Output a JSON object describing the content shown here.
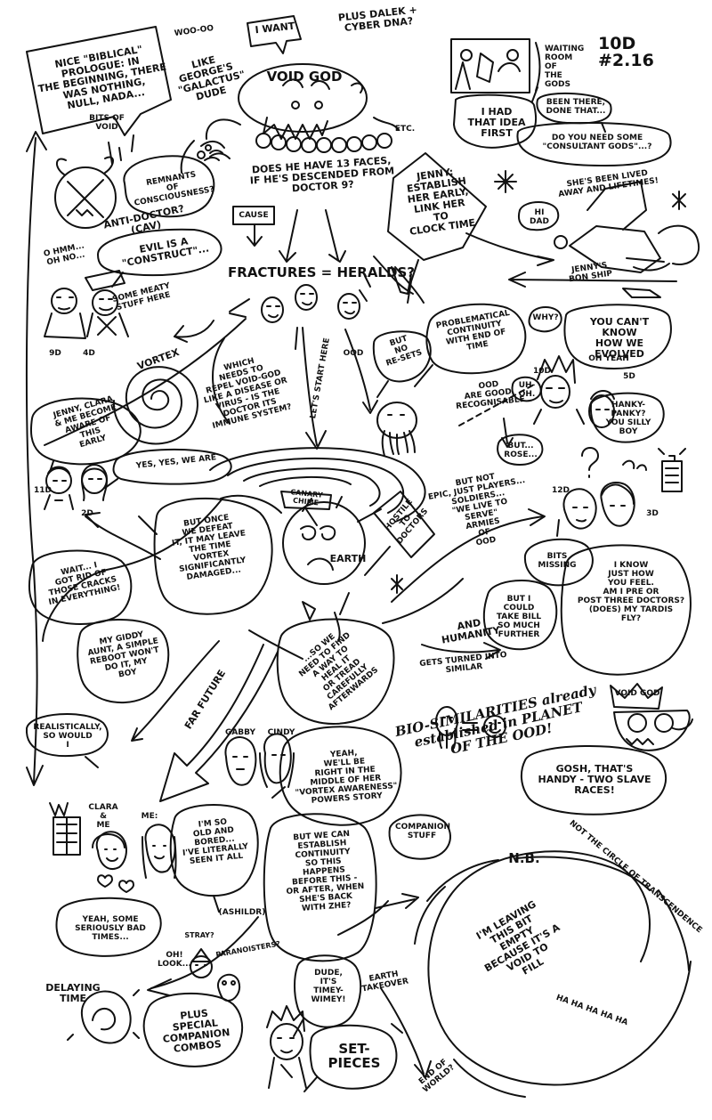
{
  "top": {
    "prologue": "NICE \"BIBLICAL\"\nPROLOGUE: IN\nTHE BEGINNING, THERE\nWAS NOTHING,\nNULL, NADA...",
    "wooo": "WOO-OO",
    "galactus": "LIKE\nGEORGE'S\n\"GALACTUS\"\nDUDE",
    "i_want": "I WANT",
    "dalek": "PLUS DALEK +\nCYBER DNA?",
    "void_god": "VOID GOD",
    "etc": "ETC.",
    "faces": "DOES HE HAVE 13 FACES,\nIF HE'S DESCENDED FROM\nDOCTOR 9?",
    "bits_of_void": "BITS OF\nVOID",
    "remnants": "REMNANTS\nOF\nCONSCIOUSNESS?",
    "hmm": "O HMM...\nOH NO...",
    "anti_doctor": "ANTI-DOCTOR?\n(CAV)",
    "evil": "EVIL IS A\n\"CONSTRUCT\"...",
    "meaty": "SOME MEATY\nSTUFF HERE",
    "d9": "9D",
    "d4": "4D",
    "cause": "CAUSE",
    "fractures": "FRACTURES = HERALDS?",
    "jenny_est": "JENNY:\nESTABLISH\nHER EARLY,\nLINK HER\nTO\nCLOCK TIME"
  },
  "gods": {
    "waiting_room": "WAITING\nROOM\nOF\nTHE\nGODS",
    "tag": "10D\n#2.16",
    "idea_first": "I HAD\nTHAT IDEA\nFIRST",
    "been_there": "BEEN THERE,\nDONE THAT...",
    "consultant": "DO YOU NEED SOME\n\"CONSULTANT GODS\"...?"
  },
  "jenny": {
    "lived": "SHE'S BEEN LIVED\nAWAY AND LIFETIMES!",
    "hi_dad": "HI\nDAD",
    "ship": "JENNY'S\nBON SHIP"
  },
  "middle": {
    "vortex": "VORTEX",
    "repel": "WHICH\nNEEDS TO\nREPEL VOID-GOD\nLIKE A DISEASE OR\nVIRUS - IS THE\nDOCTOR ITS\nIMMUNE SYSTEM?",
    "lets_start": "LET'S START HERE",
    "ood_label": "OOD",
    "but_no_resets": "BUT\nNO\nRE-SETS",
    "problematical": "PROBLEMATICAL\nCONTINUITY\nWITH END OF\nTIME",
    "why": "WHY?",
    "cant_know": "YOU CAN'T KNOW\nHOW WE\nEVOLVED",
    "oh_yeah": "OH YEAH",
    "d10": "10D",
    "d5": "5D",
    "uh_oh": "UH-\nOH.",
    "hanky": "HANKY-PANKY?\nYOU SILLY\nBOY",
    "ood_good": "OOD\nARE GOOD,\nRECOGNISABLE",
    "but_rose": "BUT...\nROSE...",
    "jenny_clara": "JENNY, CLARA\n& ME BECOME\nAWARE OF\nTHIS\nEARLY",
    "yes_we_are": "YES, YES, WE ARE",
    "d11": "11D",
    "d2": "2D",
    "canary": "CANARY\nCHIME",
    "hostile": "HOSTILE\nTO\nDOCTORS",
    "earth": "EARTH",
    "not_epic": "BUT NOT\nEPIC, JUST PLAYERS...\nSOLDIERS...\n\"WE LIVE TO\nSERVE\"\nARMIES\nOF\nOOD",
    "d12": "12D",
    "d3": "3D"
  },
  "lower": {
    "defeat": "BUT ONCE\nWE DEFEAT\nIT, IT MAY LEAVE\nTHE TIME\nVORTEX\nSIGNIFICANTLY\nDAMAGED...",
    "cracks": "WAIT... I\nGOT RID OF\nTHOSE CRACKS\nIN EVERYTHING!",
    "giddy": "MY GIDDY\nAUNT, A SIMPLE\nREBOOT WON'T\nDO IT, MY\nBOY",
    "heal": "...SO WE\nNEED TO FIND\nA WAY TO\nHEAL IT\nOR TREAD\nCAREFULLY\nAFTERWARDS",
    "bits_missing": "BITS\nMISSING",
    "take_bill": "BUT I\nCOULD\nTAKE BILL\nSO MUCH\nFURTHER",
    "know_feel": "I KNOW\nJUST HOW\nYOU FEEL.\nAM I PRE OR\nPOST THREE DOCTORS?\n(DOES) MY TARDIS\nFLY?",
    "humanity": "AND\nHUMANITY",
    "turned": "GETS TURNED INTO\nSIMILAR",
    "void_god_sign": "VOID GOD",
    "bio": "BIO-SIMILARITIES already\nestablished in PLANET\nOF THE OOD!",
    "gosh": "GOSH, THAT'S\nHANDY - TWO SLAVE\nRACES!",
    "realistically": "REALISTICALLY,\nSO WOULD\nI",
    "far_future": "FAR FUTURE",
    "gabby": "GABBY",
    "cindy": "CINDY",
    "middle_of": "YEAH,\nWE'LL BE\nRIGHT IN THE\nMIDDLE OF HER\n\"VORTEX AWARENESS\"\nPOWERS STORY",
    "clara_me": "CLARA\n&\nME",
    "me": "ME:",
    "old_bored": "I'M SO\nOLD AND\nBORED...\nI'VE LITERALLY\nSEEN IT ALL",
    "ashildr": "(ASHILDR)",
    "establish": "BUT WE CAN\nESTABLISH\nCONTINUITY\nSO THIS\nHAPPENS\nBEFORE THIS -\nOR AFTER, WHEN\nSHE'S BACK\nWITH ZHE?",
    "companion_stuff": "COMPANION\nSTUFF",
    "nb": "N.B.",
    "not_circle": "NOT THE CIRCLE OF TRANSCENDENCE",
    "seriously_bad": "YEAH, SOME\nSERIOUSLY BAD\nTIMES...",
    "oh_look": "OH!\nLOOK...",
    "stray": "STRAY?",
    "pyramid": "PARANOISTERS?",
    "dude": "DUDE,\nIT'S\nTIMEY-\nWIMEY!",
    "earth_takeover": "EARTH\nTAKEOVER",
    "leaving": "I'M LEAVING\nTHIS BIT\nEMPTY\nBECAUSE IT'S A\nVOID TO\nFILL",
    "ha": "HA HA HA HA HA",
    "delaying": "DELAYING\nTIME",
    "special": "PLUS\nSPECIAL\nCOMPANION\nCOMBOS",
    "set_pieces": "SET-\nPIECES",
    "end_of_world": "END OF\nWORLD?"
  }
}
